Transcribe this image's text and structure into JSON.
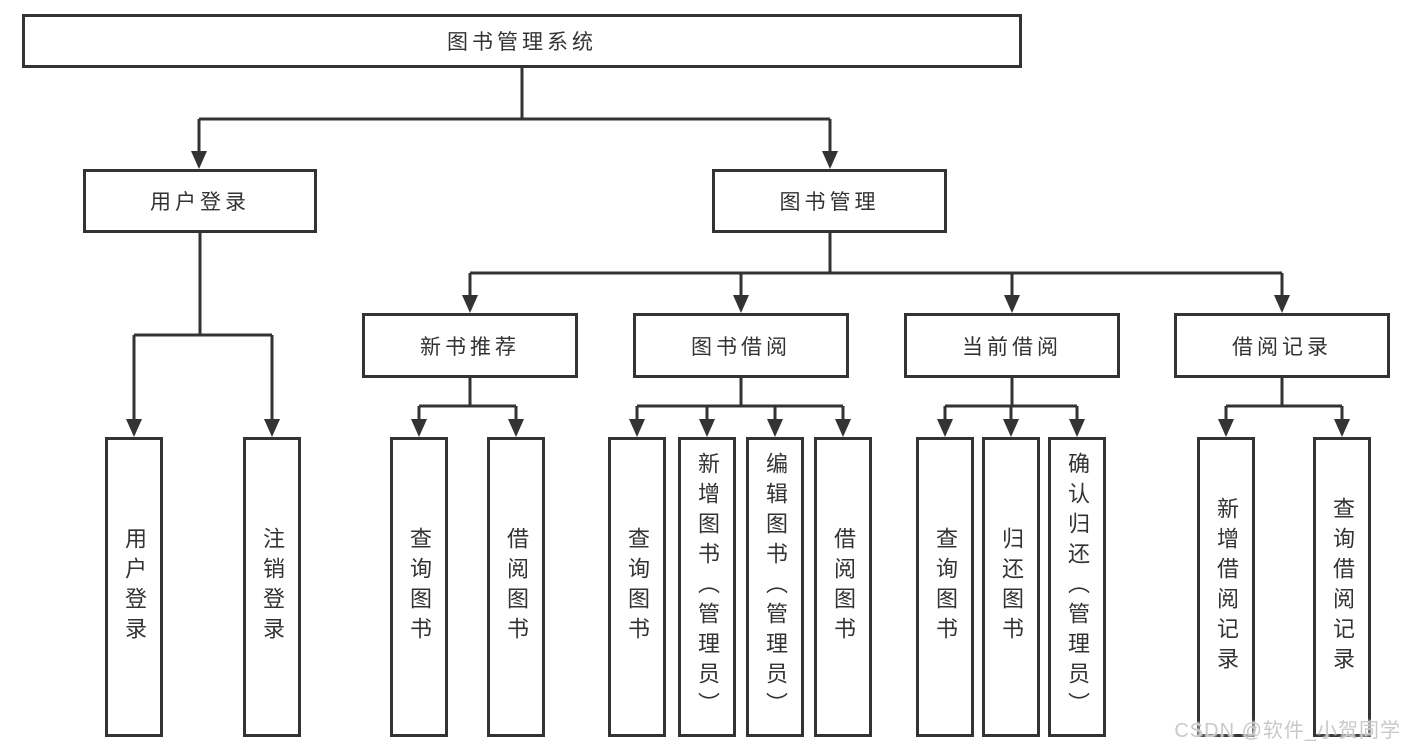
{
  "diagram": {
    "root": {
      "label": "图书管理系统"
    },
    "level2": [
      {
        "label": "用户登录",
        "children": [
          "用户登录",
          "注销登录"
        ]
      },
      {
        "label": "图书管理"
      }
    ],
    "level3": [
      {
        "label": "新书推荐",
        "children": [
          "查询图书",
          "借阅图书"
        ]
      },
      {
        "label": "图书借阅",
        "children": [
          "查询图书",
          "新增图书（管理员）",
          "编辑图书（管理员）",
          "借阅图书"
        ]
      },
      {
        "label": "当前借阅",
        "children": [
          "查询图书",
          "归还图书",
          "确认归还（管理员）"
        ]
      },
      {
        "label": "借阅记录",
        "children": [
          "新增借阅记录",
          "查询借阅记录"
        ]
      }
    ]
  },
  "watermark": {
    "text": "CSDN @软件_小贺同学"
  },
  "colors": {
    "line": "#333333",
    "text": "#333333",
    "box_background": "#ffffff",
    "watermark": "#c9c9c9"
  }
}
